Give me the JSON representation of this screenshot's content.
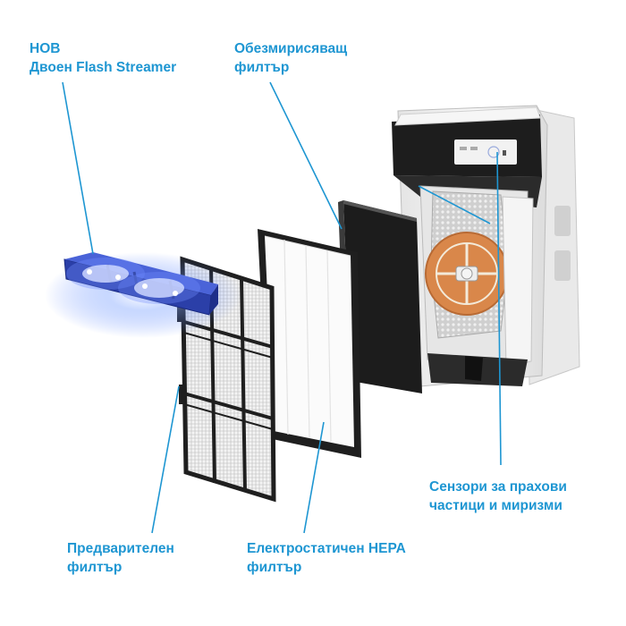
{
  "labels": {
    "flash_streamer": {
      "line1": "НОВ",
      "line2": "Двоен Flash Streamer"
    },
    "deodorizing_filter": {
      "line1": "Обезмирисяващ",
      "line2": "филтър"
    },
    "sensors": {
      "line1": "Сензори за прахови",
      "line2": "частици и миризми"
    },
    "pre_filter": {
      "line1": "Предварителен",
      "line2": "филтър"
    },
    "hepa_filter": {
      "line1": "Електростатичен HEPA",
      "line2": "филтър"
    }
  },
  "colors": {
    "label": "#1e96d2",
    "leader_line": "#1e96d2",
    "streamer_glow": "#3a6cff",
    "deodorizing_filter": "#1c1c1c",
    "hepa_filter": "#fafafa",
    "pre_filter_frame": "#222222",
    "fan_copper": "#d9874a",
    "unit_body": "#f4f4f4"
  },
  "icons": [
    "flash-streamer-unit",
    "pre-filter",
    "hepa-filter",
    "deodorizing-filter",
    "air-purifier-unit"
  ]
}
